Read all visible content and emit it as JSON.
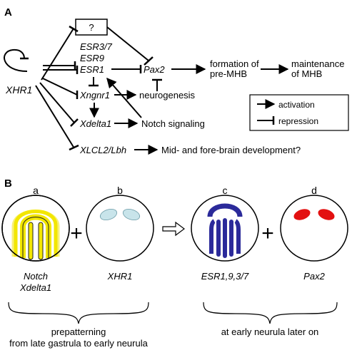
{
  "panel_a": {
    "label": "A",
    "unknown_box": "?",
    "regulator": "XHR1",
    "esr_genes": [
      "ESR3/7",
      "ESR9",
      "ESR1"
    ],
    "pax2": "Pax2",
    "formation_line1": "formation of",
    "formation_line2": "pre-MHB",
    "maintenance_line1": "maintenance",
    "maintenance_line2": "of MHB",
    "xngnr1": "Xngnr1",
    "neurogenesis": "neurogenesis",
    "xdelta1": "Xdelta1",
    "notch": "Notch signaling",
    "xlcl2": "XLCL2/Lbh",
    "brain_dev": "Mid- and fore-brain development?",
    "legend": {
      "activation": "activation",
      "repression": "repression"
    }
  },
  "panel_b": {
    "label": "B",
    "panel_letters": [
      "a",
      "b",
      "c",
      "d"
    ],
    "plus": "+",
    "embryo_labels": {
      "a_line1": "Notch",
      "a_line2": "Xdelta1",
      "b": "XHR1",
      "c": "ESR1,9,3/7",
      "d": "Pax2"
    },
    "bracket_left_line1": "prepatterning",
    "bracket_left_line2": "from late gastrula to early neurula",
    "bracket_right": "at early neurula later on"
  },
  "colors": {
    "yellow": "#f2e600",
    "light_blue": "#c8e4ea",
    "dark_blue": "#2b2a9a",
    "red": "#e31010"
  }
}
